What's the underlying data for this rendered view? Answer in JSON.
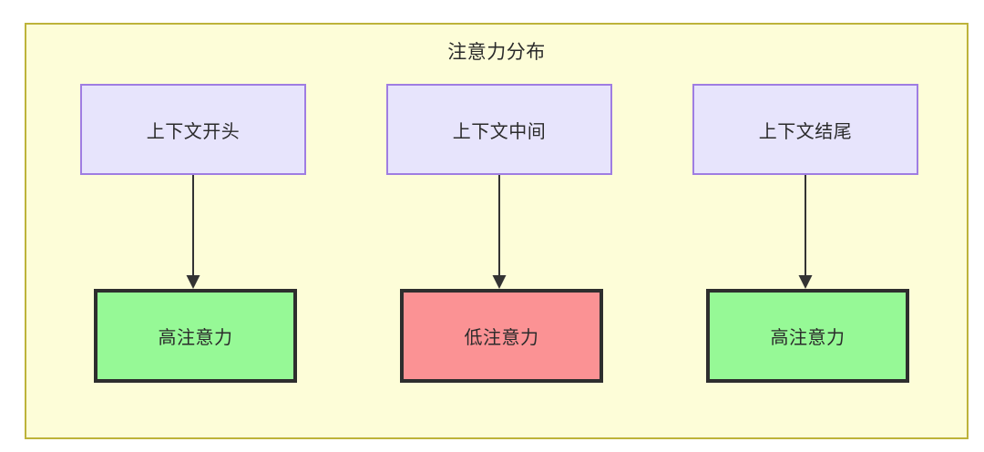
{
  "diagram": {
    "title": "注意力分布",
    "frame": {
      "fill": "#fdfdd8",
      "stroke": "#bdb33a"
    },
    "columns": [
      {
        "id": "start",
        "source": {
          "label": "上下文开头",
          "fill": "#e7e4fc",
          "stroke": "#9f7de2"
        },
        "target": {
          "label": "高注意力",
          "fill": "#96f996",
          "stroke": "#2e2e2e"
        },
        "edge": {
          "kind": "arrow",
          "color": "#333333"
        }
      },
      {
        "id": "middle",
        "source": {
          "label": "上下文中间",
          "fill": "#e7e4fc",
          "stroke": "#9f7de2"
        },
        "target": {
          "label": "低注意力",
          "fill": "#fb9294",
          "stroke": "#2e2e2e"
        },
        "edge": {
          "kind": "arrow",
          "color": "#333333"
        }
      },
      {
        "id": "end",
        "source": {
          "label": "上下文结尾",
          "fill": "#e7e4fc",
          "stroke": "#9f7de2"
        },
        "target": {
          "label": "高注意力",
          "fill": "#96f996",
          "stroke": "#2e2e2e"
        },
        "edge": {
          "kind": "arrow",
          "color": "#333333"
        }
      }
    ]
  }
}
